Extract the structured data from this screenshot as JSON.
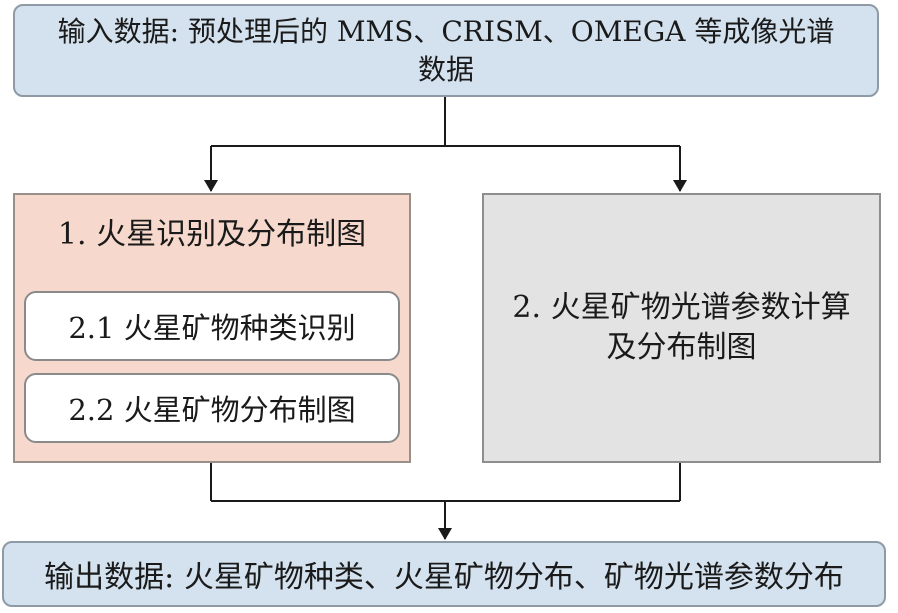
{
  "input": {
    "text": "输入数据: 预处理后的 MMS、CRISM、OMEGA 等成像光谱数据"
  },
  "left_panel": {
    "title": "1. 火星识别及分布制图",
    "sub_items": [
      {
        "label": "2.1 火星矿物种类识别"
      },
      {
        "label": "2.2 火星矿物分布制图"
      }
    ]
  },
  "right_panel": {
    "text": "2. 火星矿物光谱参数计算及分布制图"
  },
  "output": {
    "text": "输出数据: 火星矿物种类、火星矿物分布、矿物光谱参数分布"
  },
  "colors": {
    "input_fill": "#d4e2ef",
    "left_fill": "#f6d9cc",
    "right_fill": "#e3e3e3",
    "output_fill": "#d4e2ef",
    "line": "#1a1a1a"
  }
}
